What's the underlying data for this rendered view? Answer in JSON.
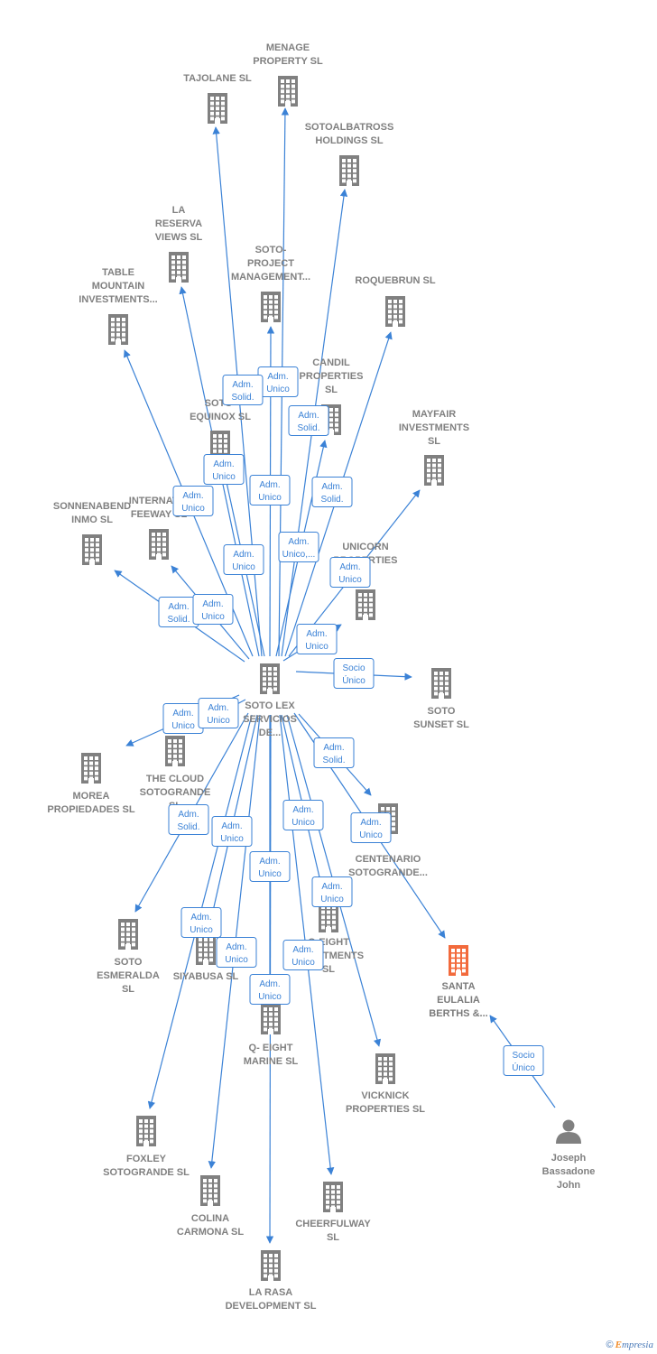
{
  "credit": {
    "symbol": "©",
    "first": "E",
    "rest": "mpresia"
  },
  "colors": {
    "edge": "#3b82d6",
    "building": "#808080",
    "highlight": "#f26a3c",
    "person": "#808080"
  },
  "nodes": [
    {
      "id": "center",
      "kind": "building",
      "lines": [
        "SOTO LEX",
        "SERVICIOS",
        "DE..."
      ]
    },
    {
      "id": "menage",
      "kind": "building",
      "lines": [
        "MENAGE",
        "PROPERTY SL"
      ]
    },
    {
      "id": "tajolane",
      "kind": "building",
      "lines": [
        "TAJOLANE  SL"
      ]
    },
    {
      "id": "sotoalbatross",
      "kind": "building",
      "lines": [
        "SOTOALBATROSS",
        "HOLDINGS  SL"
      ]
    },
    {
      "id": "lareserva",
      "kind": "building",
      "lines": [
        "LA",
        "RESERVA",
        "VIEWS  SL"
      ]
    },
    {
      "id": "sotoproject",
      "kind": "building",
      "lines": [
        "SOTO-",
        "PROJECT",
        "MANAGEMENT..."
      ]
    },
    {
      "id": "roquebrun",
      "kind": "building",
      "lines": [
        "ROQUEBRUN SL"
      ]
    },
    {
      "id": "tablemountain",
      "kind": "building",
      "lines": [
        "TABLE",
        "MOUNTAIN",
        "INVESTMENTS..."
      ]
    },
    {
      "id": "candil",
      "kind": "building",
      "lines": [
        "CANDIL",
        "PROPERTIES",
        "SL"
      ]
    },
    {
      "id": "sotoequinox",
      "kind": "building",
      "lines": [
        "SOTO-",
        "EQUINOX SL"
      ]
    },
    {
      "id": "mayfair",
      "kind": "building",
      "lines": [
        "MAYFAIR",
        "INVESTMENTS",
        "SL"
      ]
    },
    {
      "id": "sonnenabend",
      "kind": "building",
      "lines": [
        "SONNENABEND",
        "INMO SL"
      ]
    },
    {
      "id": "international",
      "kind": "building",
      "lines": [
        "INTERNATIO",
        "FEEWAY  SL"
      ]
    },
    {
      "id": "unicorn",
      "kind": "building",
      "lines": [
        "UNICORN",
        "PROPERTIES"
      ]
    },
    {
      "id": "sotosunset",
      "kind": "building",
      "lines": [
        "SOTO",
        "SUNSET  SL"
      ]
    },
    {
      "id": "morea",
      "kind": "building",
      "lines": [
        "MOREA",
        "PROPIEDADES SL"
      ]
    },
    {
      "id": "thecloud",
      "kind": "building",
      "lines": [
        "THE CLOUD",
        "SOTOGRANDE",
        "SL"
      ]
    },
    {
      "id": "centenario",
      "kind": "building",
      "lines": [
        "CENTENARIO",
        "SOTOGRANDE..."
      ]
    },
    {
      "id": "sotoesmeralda",
      "kind": "building",
      "lines": [
        "SOTO",
        "ESMERALDA",
        "SL"
      ]
    },
    {
      "id": "siyabusa",
      "kind": "building",
      "lines": [
        "SIYABUSA  SL"
      ]
    },
    {
      "id": "qeightinv",
      "kind": "building",
      "lines": [
        "Q-EIGHT",
        "INVESTMENTS",
        "SL"
      ]
    },
    {
      "id": "santaeulalia",
      "kind": "highlight",
      "lines": [
        "SANTA",
        "EULALIA",
        "BERTHS &..."
      ]
    },
    {
      "id": "qeightmarine",
      "kind": "building",
      "lines": [
        "Q- EIGHT",
        "MARINE  SL"
      ]
    },
    {
      "id": "vicknick",
      "kind": "building",
      "lines": [
        "VICKNICK",
        "PROPERTIES SL"
      ]
    },
    {
      "id": "foxley",
      "kind": "building",
      "lines": [
        "FOXLEY",
        "SOTOGRANDE SL"
      ]
    },
    {
      "id": "joseph",
      "kind": "person",
      "lines": [
        "Joseph",
        "Bassadone",
        "John"
      ]
    },
    {
      "id": "colina",
      "kind": "building",
      "lines": [
        "COLINA",
        "CARMONA  SL"
      ]
    },
    {
      "id": "cheerfulway",
      "kind": "building",
      "lines": [
        "CHEERFULWAY",
        "SL"
      ]
    },
    {
      "id": "larasa",
      "kind": "building",
      "lines": [
        "LA RASA",
        "DEVELOPMENT SL"
      ]
    }
  ],
  "edges": [
    {
      "from": "center",
      "to": "menage",
      "lines": [
        "Adm.",
        "Unico"
      ]
    },
    {
      "from": "center",
      "to": "tajolane",
      "lines": [
        "Adm.",
        "Solid."
      ]
    },
    {
      "from": "center",
      "to": "sotoalbatross",
      "lines": [
        "Adm.",
        "Solid."
      ]
    },
    {
      "from": "center",
      "to": "lareserva",
      "lines": [
        "Adm.",
        "Unico"
      ]
    },
    {
      "from": "center",
      "to": "sotoproject",
      "lines": [
        "Adm.",
        "Unico"
      ]
    },
    {
      "from": "center",
      "to": "roquebrun",
      "lines": [
        "Adm.",
        "Solid."
      ]
    },
    {
      "from": "center",
      "to": "tablemountain",
      "lines": [
        "Adm.",
        "Unico"
      ]
    },
    {
      "from": "center",
      "to": "candil",
      "lines": [
        "Adm.",
        "Unico,..."
      ]
    },
    {
      "from": "center",
      "to": "sotoequinox",
      "lines": [
        "Adm.",
        "Unico"
      ]
    },
    {
      "from": "center",
      "to": "mayfair",
      "lines": [
        "Adm.",
        "Unico"
      ]
    },
    {
      "from": "center",
      "to": "sonnenabend",
      "lines": [
        "Adm.",
        "Solid."
      ]
    },
    {
      "from": "center",
      "to": "international",
      "lines": [
        "Adm.",
        "Unico"
      ]
    },
    {
      "from": "center",
      "to": "unicorn",
      "lines": [
        "Adm.",
        "Unico"
      ]
    },
    {
      "from": "center",
      "to": "sotosunset",
      "lines": [
        "Socio",
        "Único"
      ]
    },
    {
      "from": "center",
      "to": "morea",
      "lines": [
        "Adm.",
        "Unico"
      ]
    },
    {
      "from": "center",
      "to": "thecloud",
      "lines": [
        "Adm.",
        "Unico"
      ]
    },
    {
      "from": "center",
      "to": "centenario",
      "lines": [
        "Adm.",
        "Solid."
      ]
    },
    {
      "from": "center",
      "to": "sotoesmeralda",
      "lines": [
        "Adm.",
        "Solid."
      ]
    },
    {
      "from": "center",
      "to": "siyabusa",
      "lines": [
        "Adm.",
        "Unico"
      ]
    },
    {
      "from": "center",
      "to": "qeightinv",
      "lines": [
        "Adm.",
        "Unico"
      ]
    },
    {
      "from": "center",
      "to": "santaeulalia",
      "lines": [
        "Adm.",
        "Unico"
      ]
    },
    {
      "from": "center",
      "to": "qeightmarine",
      "lines": [
        "Adm.",
        "Unico"
      ]
    },
    {
      "from": "center",
      "to": "vicknick",
      "lines": [
        "Adm.",
        "Unico"
      ]
    },
    {
      "from": "center",
      "to": "foxley",
      "lines": [
        "Adm.",
        "Unico"
      ]
    },
    {
      "from": "center",
      "to": "colina",
      "lines": [
        "Adm.",
        "Unico"
      ]
    },
    {
      "from": "center",
      "to": "cheerfulway",
      "lines": [
        "Adm.",
        "Unico"
      ]
    },
    {
      "from": "center",
      "to": "larasa",
      "lines": [
        "Adm.",
        "Unico"
      ]
    },
    {
      "from": "joseph",
      "to": "santaeulalia",
      "lines": [
        "Socio",
        "Único"
      ]
    }
  ]
}
